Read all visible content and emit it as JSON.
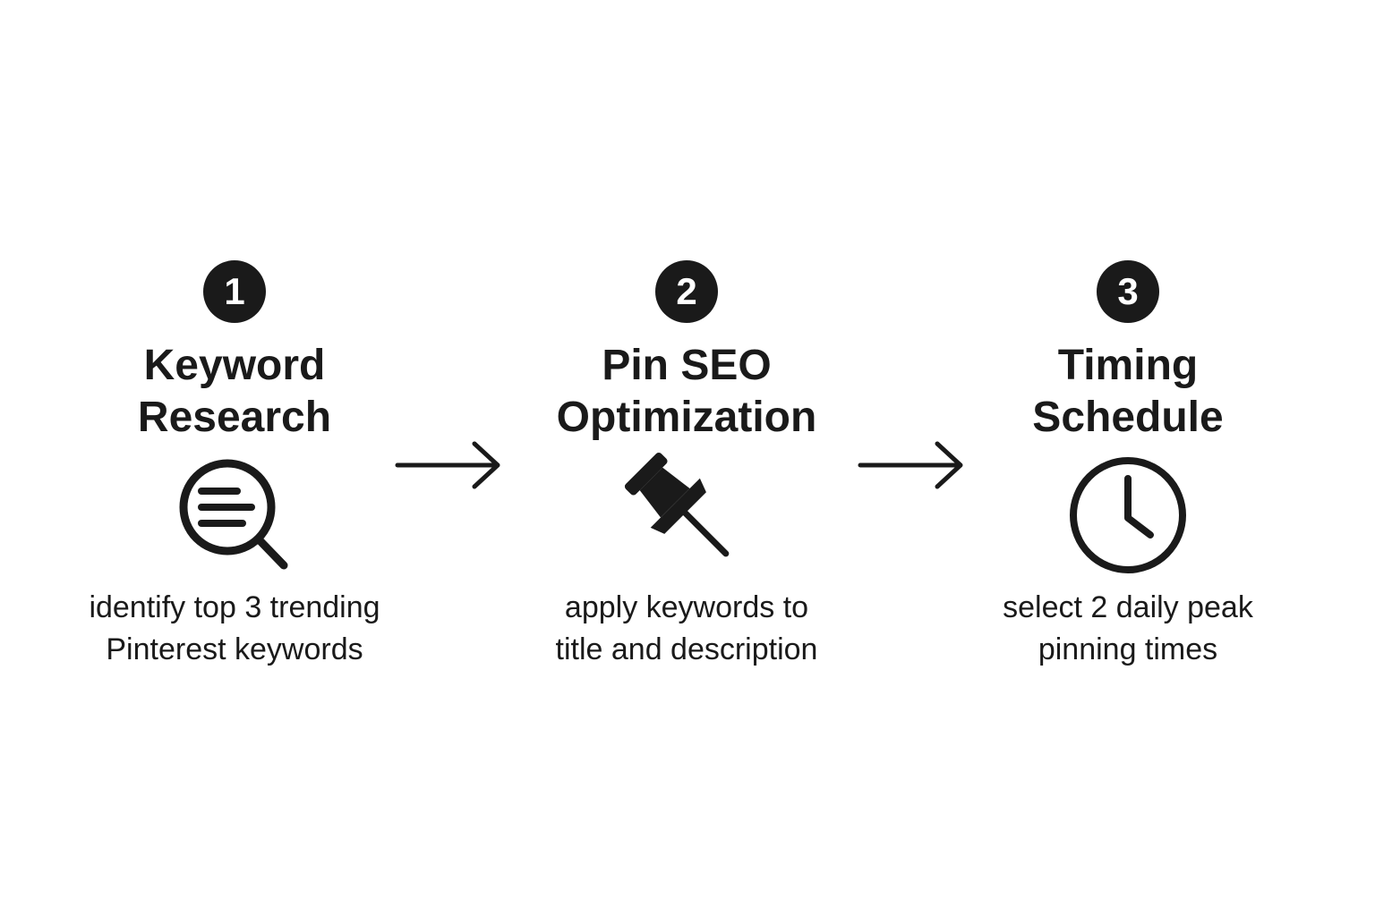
{
  "steps": [
    {
      "number": "1",
      "title": "Keyword\nResearch",
      "icon": "magnifier-icon",
      "description": "identify top 3 trending\nPinterest keywords"
    },
    {
      "number": "2",
      "title": "Pin SEO\nOptimization",
      "icon": "pushpin-icon",
      "description": "apply keywords to\ntitle and description"
    },
    {
      "number": "3",
      "title": "Timing\nSchedule",
      "icon": "clock-icon",
      "description": "select 2 daily peak\npinning times"
    }
  ],
  "connectors": [
    "arrow-right-icon",
    "arrow-right-icon"
  ],
  "colors": {
    "ink": "#1a1a1a",
    "background": "#ffffff"
  }
}
